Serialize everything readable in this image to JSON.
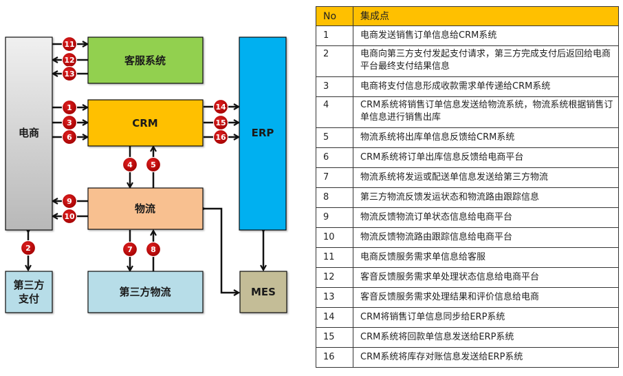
{
  "diagram": {
    "boxes": {
      "ecommerce": "电商",
      "customer_service": "客服系统",
      "crm": "CRM",
      "erp": "ERP",
      "logistics": "物流",
      "third_party_payment_line1": "第三方",
      "third_party_payment_line2": "支付",
      "third_party_logistics": "第三方物流",
      "mes": "MES"
    },
    "badges": {
      "b1": "1",
      "b2": "2",
      "b3": "3",
      "b4": "4",
      "b5": "5",
      "b6": "6",
      "b7": "7",
      "b8": "8",
      "b9": "9",
      "b10": "10",
      "b11": "11",
      "b12": "12",
      "b13": "13",
      "b14": "14",
      "b15": "15",
      "b16": "16"
    },
    "colors": {
      "ecommerce_top": "#f0f0f0",
      "ecommerce_bottom": "#b8b8b8",
      "customer_service": "#92d050",
      "crm": "#ffc000",
      "erp": "#00b0f0",
      "logistics": "#f8c090",
      "third_party": "#b7dde8",
      "mes": "#c4bd97",
      "badge": "#c00000"
    }
  },
  "table": {
    "headers": {
      "no": "No",
      "point": "集成点"
    },
    "rows": [
      {
        "no": "1",
        "text": "电商发送销售订单信息给CRM系统"
      },
      {
        "no": "2",
        "text": "电商向第三方支付发起支付请求，第三方完成支付后返回给电商平台最终支付结果信息"
      },
      {
        "no": "3",
        "text": "电商将支付信息形成收款需求单传递给CRM系统"
      },
      {
        "no": "4",
        "text": "CRM系统将销售订单信息发送给物流系统，物流系统根据销售订单信息进行销售出库"
      },
      {
        "no": "5",
        "text": "物流系统将出库单信息反馈给CRM系统"
      },
      {
        "no": "6",
        "text": "CRM系统将订单出库信息反馈给电商平台"
      },
      {
        "no": "7",
        "text": "物流系统将发运或配送单信息发送给第三方物流"
      },
      {
        "no": "8",
        "text": "第三方物流反馈发运状态和物流路由跟踪信息"
      },
      {
        "no": "9",
        "text": "物流反馈物流订单状态信息给电商平台"
      },
      {
        "no": "10",
        "text": "物流反馈物流路由跟踪信息给电商平台"
      },
      {
        "no": "11",
        "text": "电商反馈服务需求单信息给客服"
      },
      {
        "no": "12",
        "text": "客音反馈服务需求单处理状态信息给电商平台"
      },
      {
        "no": "13",
        "text": "客音反馈服务需求处理结果和评价信息给电商"
      },
      {
        "no": "14",
        "text": "CRM将销售订单信息同步给ERP系统"
      },
      {
        "no": "15",
        "text": "CRM系统将回款单信息发送给ERP系统"
      },
      {
        "no": "16",
        "text": "CRM系统将库存对账信息发送给ERP系统"
      }
    ]
  }
}
